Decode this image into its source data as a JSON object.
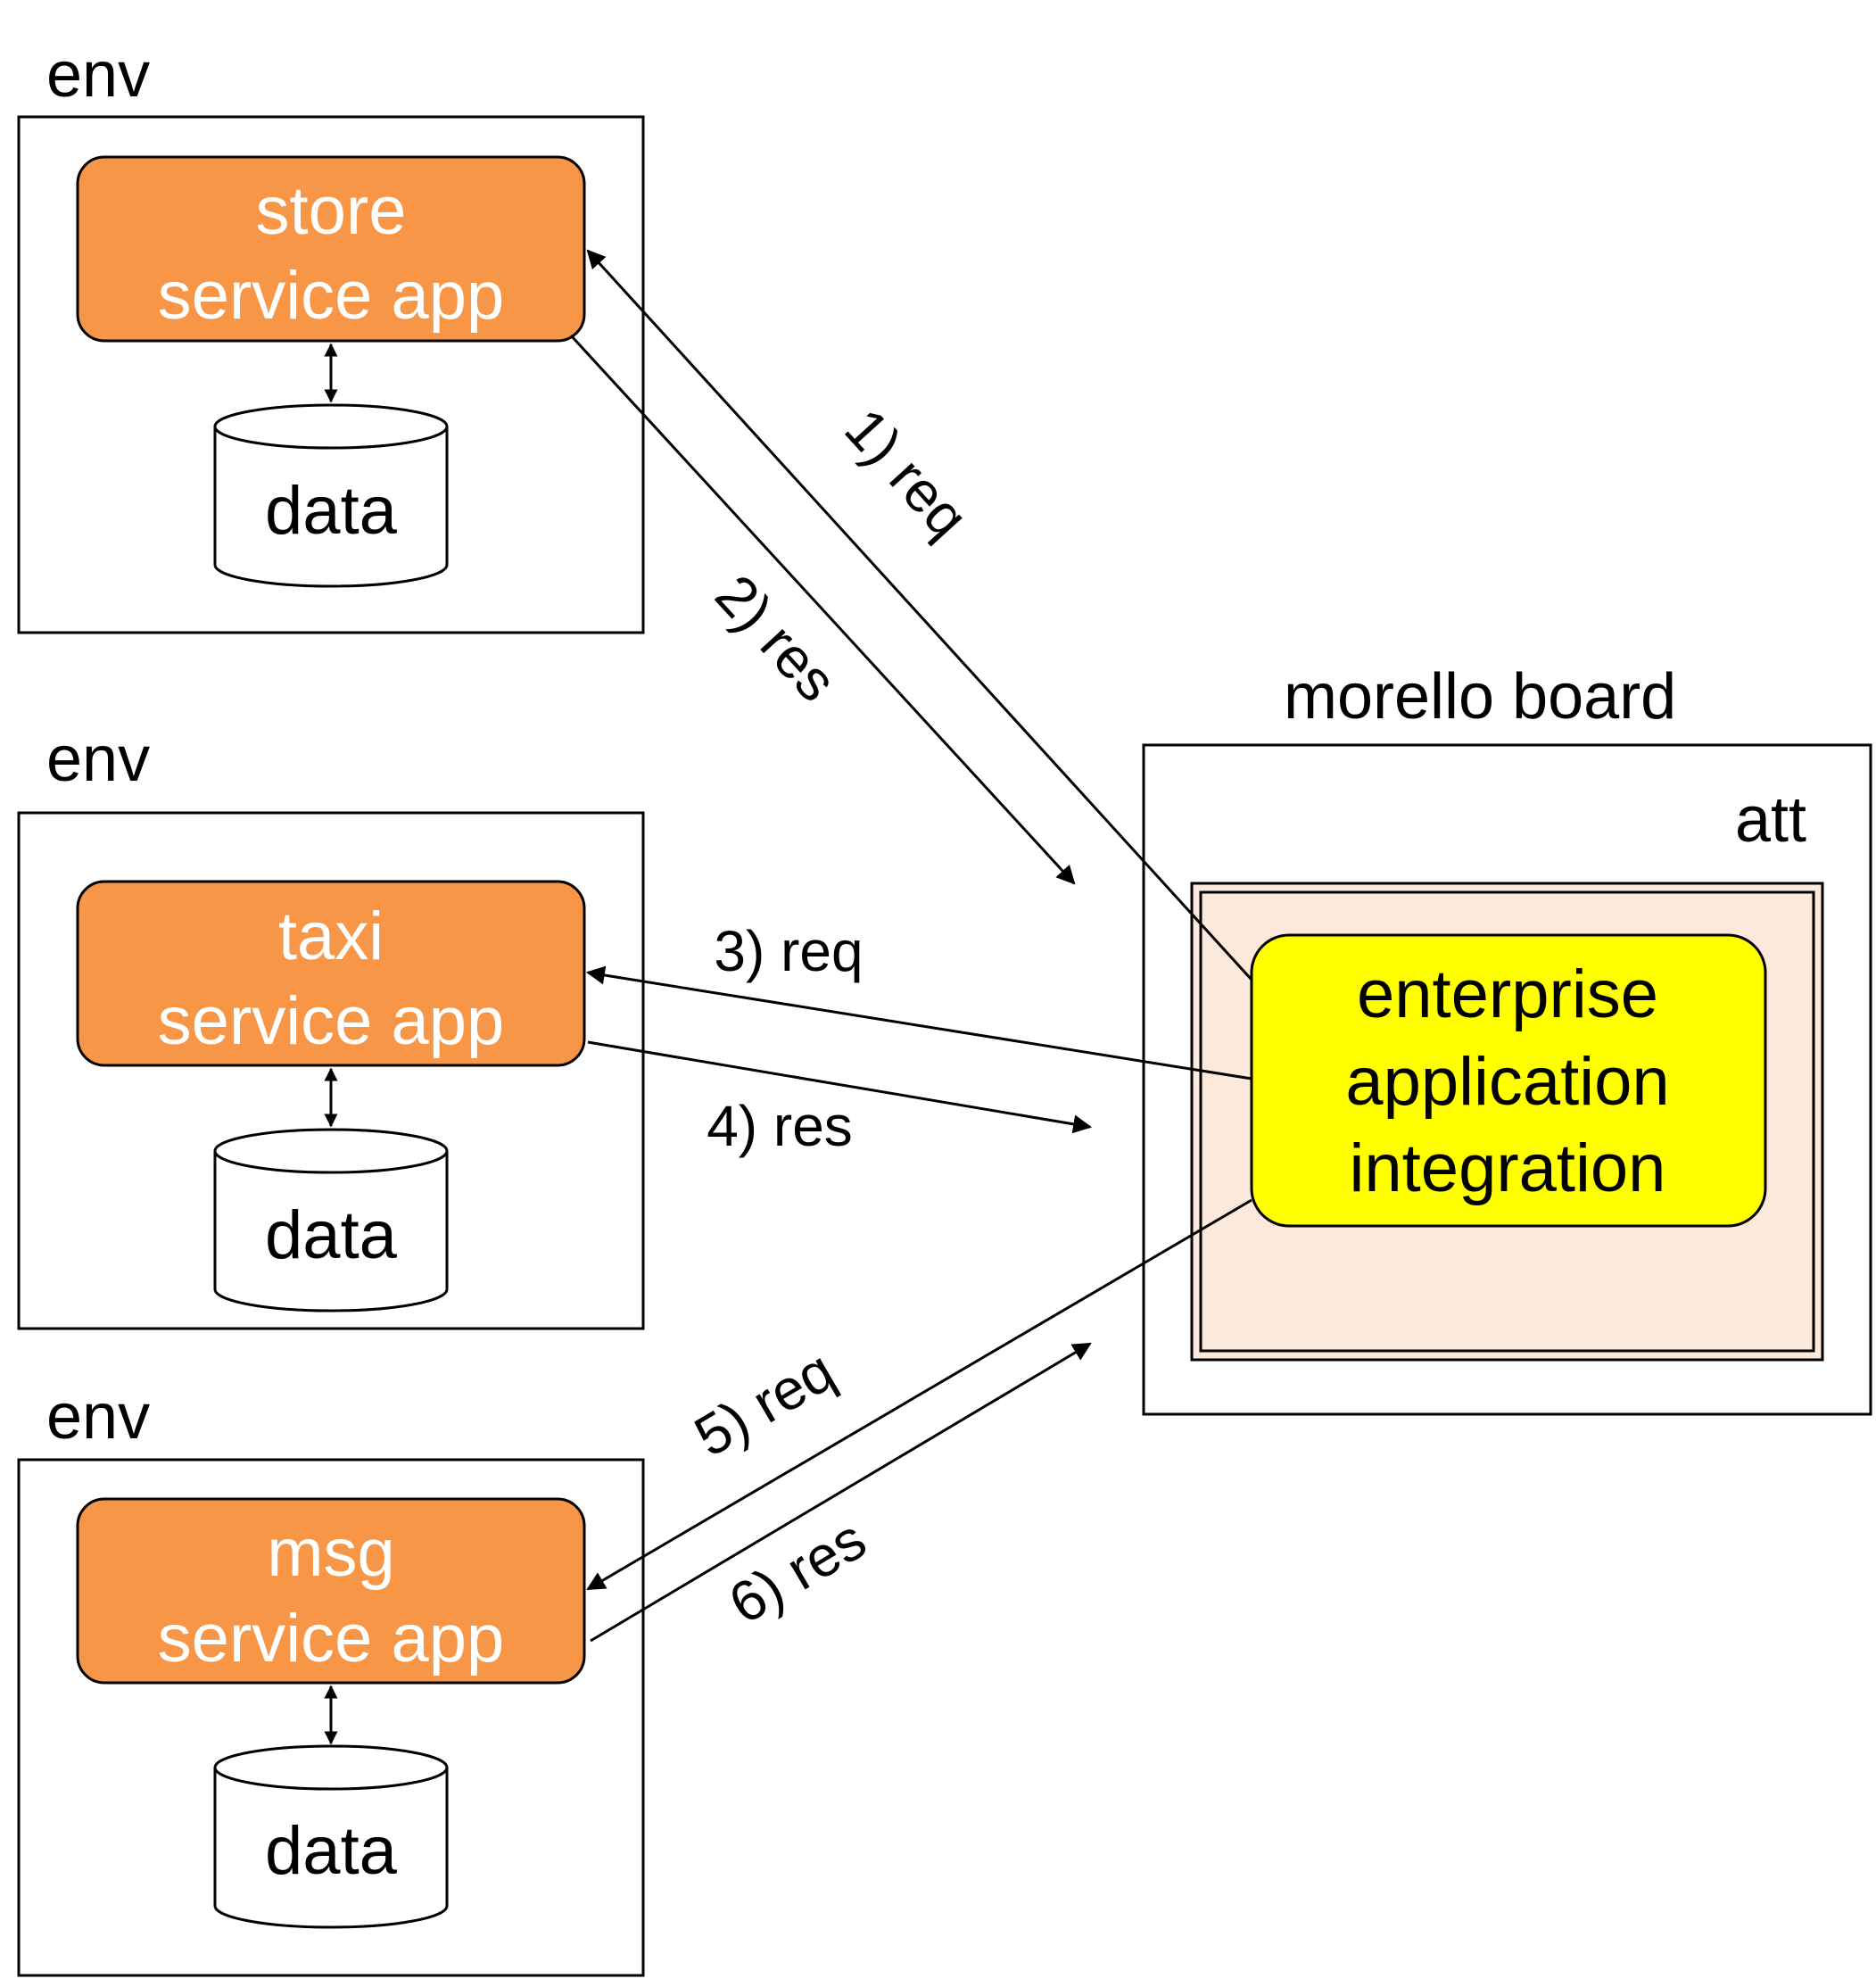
{
  "colors": {
    "app_fill": "#F79646",
    "eai_fill": "#FFFF00",
    "att_fill": "#FDE9DC",
    "stroke": "#000000",
    "app_text": "#FFFFFF"
  },
  "environments": [
    {
      "label": "env",
      "app": {
        "line1": "store",
        "line2": "service app"
      },
      "data_label": "data"
    },
    {
      "label": "env",
      "app": {
        "line1": "taxi",
        "line2": "service app"
      },
      "data_label": "data"
    },
    {
      "label": "env",
      "app": {
        "line1": "msg",
        "line2": "service app"
      },
      "data_label": "data"
    }
  ],
  "board": {
    "label": "morello board",
    "att_label": "att",
    "eai": {
      "line1": "enterprise",
      "line2": "application",
      "line3": "integration"
    }
  },
  "arrows": [
    {
      "label": "1) req"
    },
    {
      "label": "2) res"
    },
    {
      "label": "3) req"
    },
    {
      "label": "4) res"
    },
    {
      "label": "5) req"
    },
    {
      "label": "6) res"
    }
  ]
}
